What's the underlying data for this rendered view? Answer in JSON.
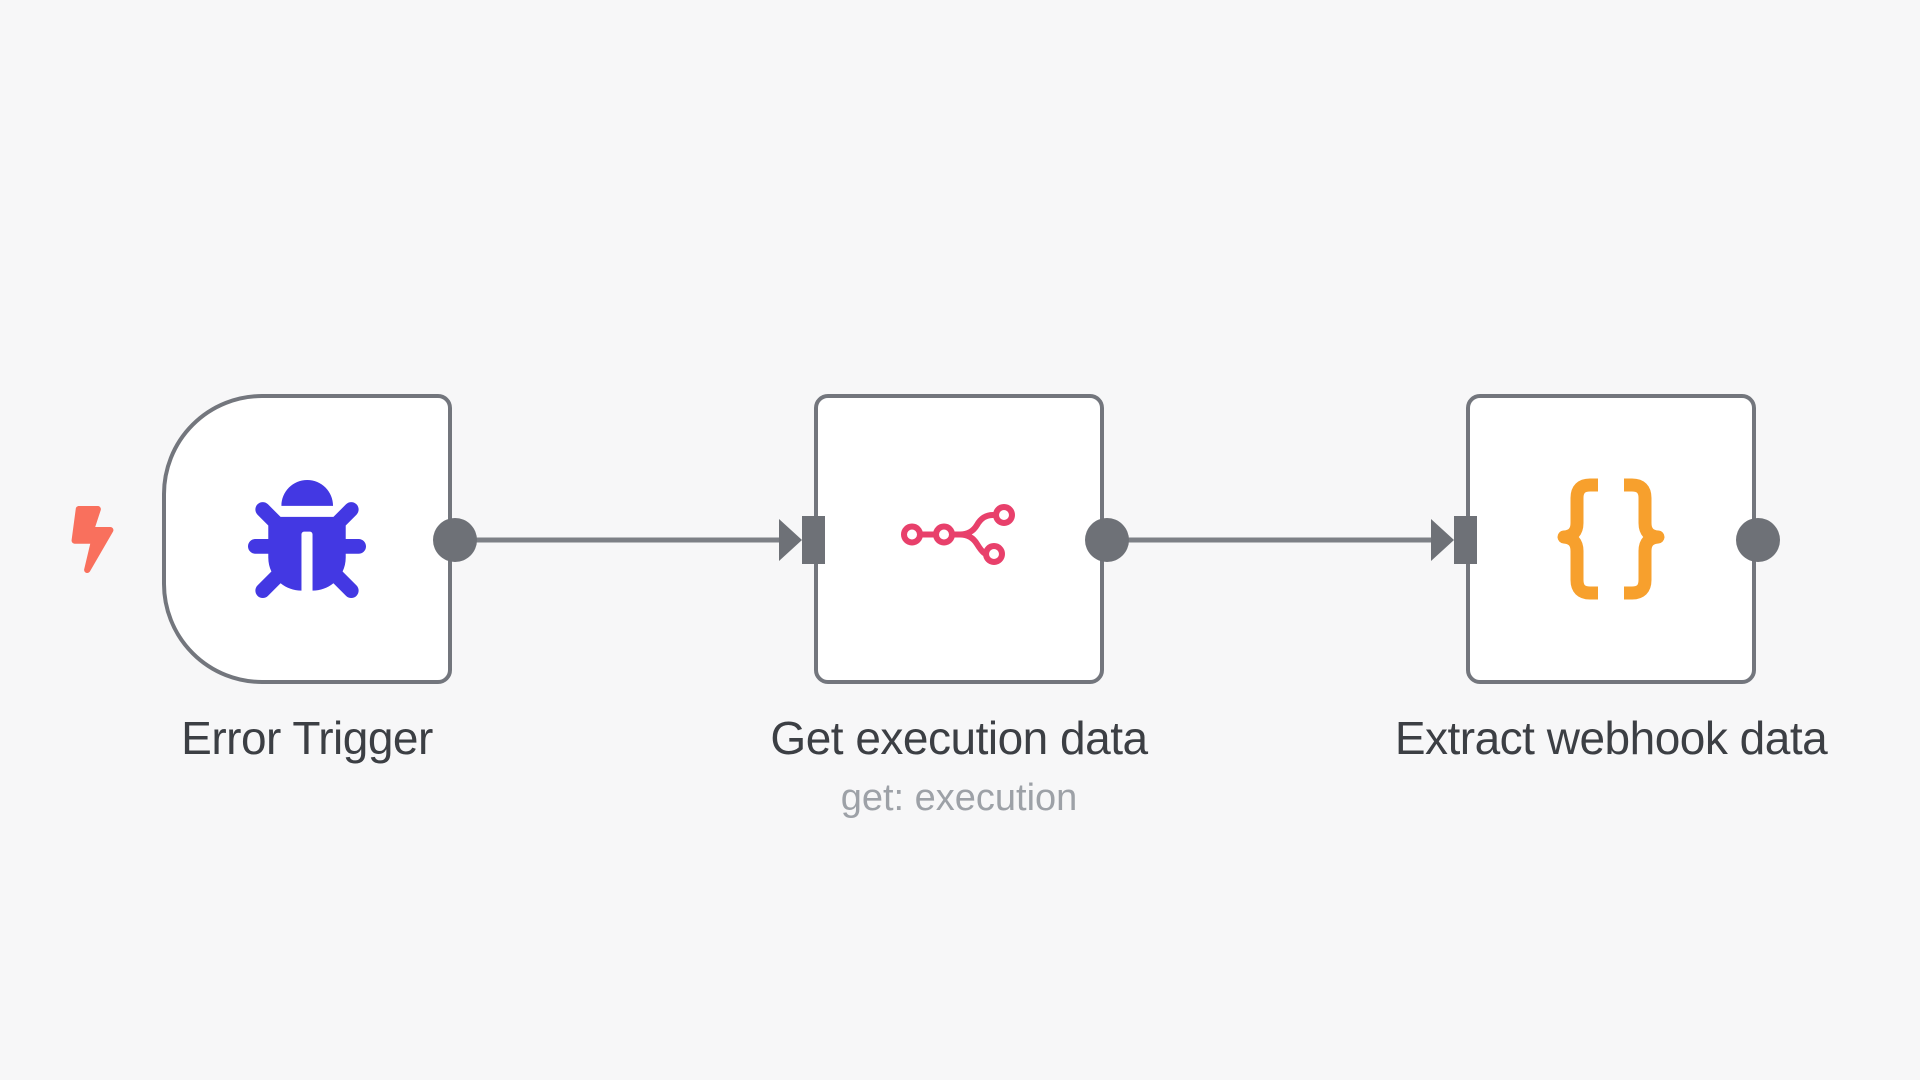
{
  "canvas": {
    "background_color": "#f7f7f8"
  },
  "trigger_indicator": {
    "icon": "lightning-bolt-icon",
    "color": "#f9705d"
  },
  "nodes": [
    {
      "label": "Error Trigger",
      "shape": "trigger-rounded-left",
      "icon": "bug-icon",
      "icon_color": "#4338e3"
    },
    {
      "label": "Get execution data",
      "subtitle": "get: execution",
      "shape": "rounded-rect",
      "icon": "n8n-graph-icon",
      "icon_color": "#e8406b"
    },
    {
      "label": "Extract webhook data",
      "shape": "rounded-rect",
      "icon": "curly-braces-icon",
      "icon_color": "#f7a02d"
    }
  ],
  "connections": [
    {
      "from": "Error Trigger",
      "to": "Get execution data"
    },
    {
      "from": "Get execution data",
      "to": "Extract webhook data"
    }
  ],
  "colors": {
    "node_fill": "#ffffff",
    "node_border": "#73767d",
    "connector_gray": "#6e7177",
    "connection_line": "#7d8086",
    "label_text": "#3c3f44",
    "subtitle_text": "#9da1a7"
  }
}
